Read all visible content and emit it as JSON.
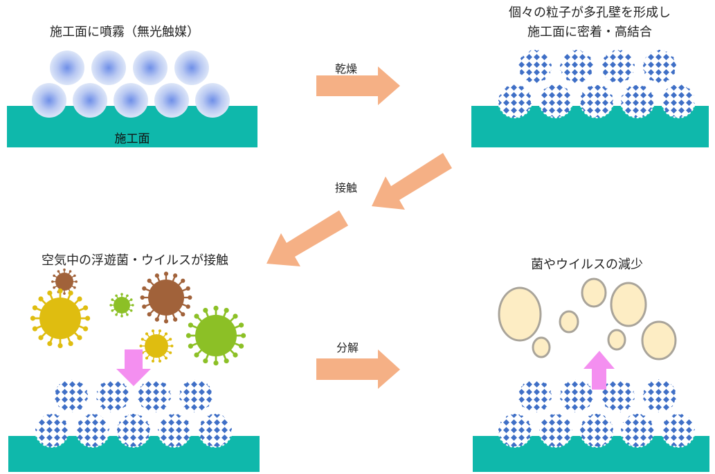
{
  "panels": {
    "spray": {
      "caption": "施工面に噴霧（無光触媒）",
      "surface_label": "施工面"
    },
    "dry": {
      "caption_line1": "個々の粒子が多孔壁を形成し",
      "caption_line2": "施工面に密着・高結合"
    },
    "contact": {
      "caption": "空気中の浮遊菌・ウイルスが接触"
    },
    "decompose": {
      "caption": "菌やウイルスの減少"
    }
  },
  "arrows": {
    "dry": "乾燥",
    "contact": "接触",
    "decompose": "分解"
  },
  "colors": {
    "surface": "#0fb8ab",
    "process_arrow": "#f5b085",
    "particle_fill": "#4a78c8",
    "spray_particle": "#c9d6f5",
    "down_up_arrow": "#f48ff0",
    "virus_yellow": "#dfbd10",
    "virus_brown": "#a1623a",
    "virus_green": "#8cc026",
    "residue": "#fdedc4"
  },
  "icons": [
    "spray-particle",
    "porous-particle",
    "virus",
    "residue-bubble",
    "process-arrow"
  ]
}
